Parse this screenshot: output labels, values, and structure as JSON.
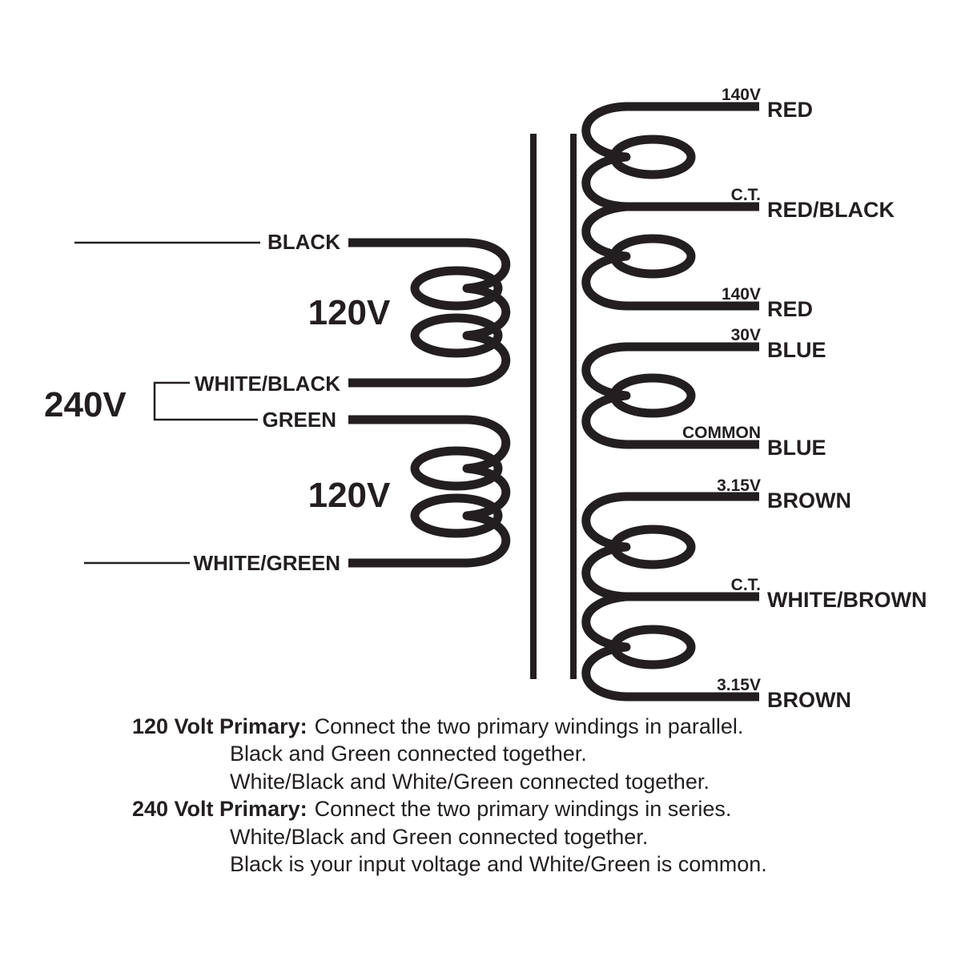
{
  "colors": {
    "ink": "#231f20",
    "background": "#ffffff"
  },
  "primary": {
    "input_voltage": "240V",
    "winding1": {
      "voltage": "120V",
      "start": "BLACK",
      "end": "WHITE/BLACK"
    },
    "winding2": {
      "voltage": "120V",
      "start": "GREEN",
      "end": "WHITE/GREEN"
    }
  },
  "secondary": {
    "hv": {
      "tap1_v": "140V",
      "tap1_wire": "RED",
      "ct_v": "C.T.",
      "ct_wire": "RED/BLACK",
      "tap2_v": "140V",
      "tap2_wire": "RED"
    },
    "mv": {
      "tap1_v": "30V",
      "tap1_wire": "BLUE",
      "tap2_v": "COMMON",
      "tap2_wire": "BLUE"
    },
    "lv": {
      "tap1_v": "3.15V",
      "tap1_wire": "BROWN",
      "ct_v": "C.T.",
      "ct_wire": "WHITE/BROWN",
      "tap2_v": "3.15V",
      "tap2_wire": "BROWN"
    }
  },
  "notes": {
    "n120_heading": "120 Volt Primary:",
    "n120_text": "Connect the two primary windings in parallel.",
    "n120_line2": "Black and Green connected together.",
    "n120_line3": "White/Black and White/Green connected together.",
    "n240_heading": "240 Volt Primary:",
    "n240_text": "Connect the two primary windings in series.",
    "n240_line2": "White/Black and Green connected together.",
    "n240_line3": "Black is your input voltage and White/Green is common."
  }
}
